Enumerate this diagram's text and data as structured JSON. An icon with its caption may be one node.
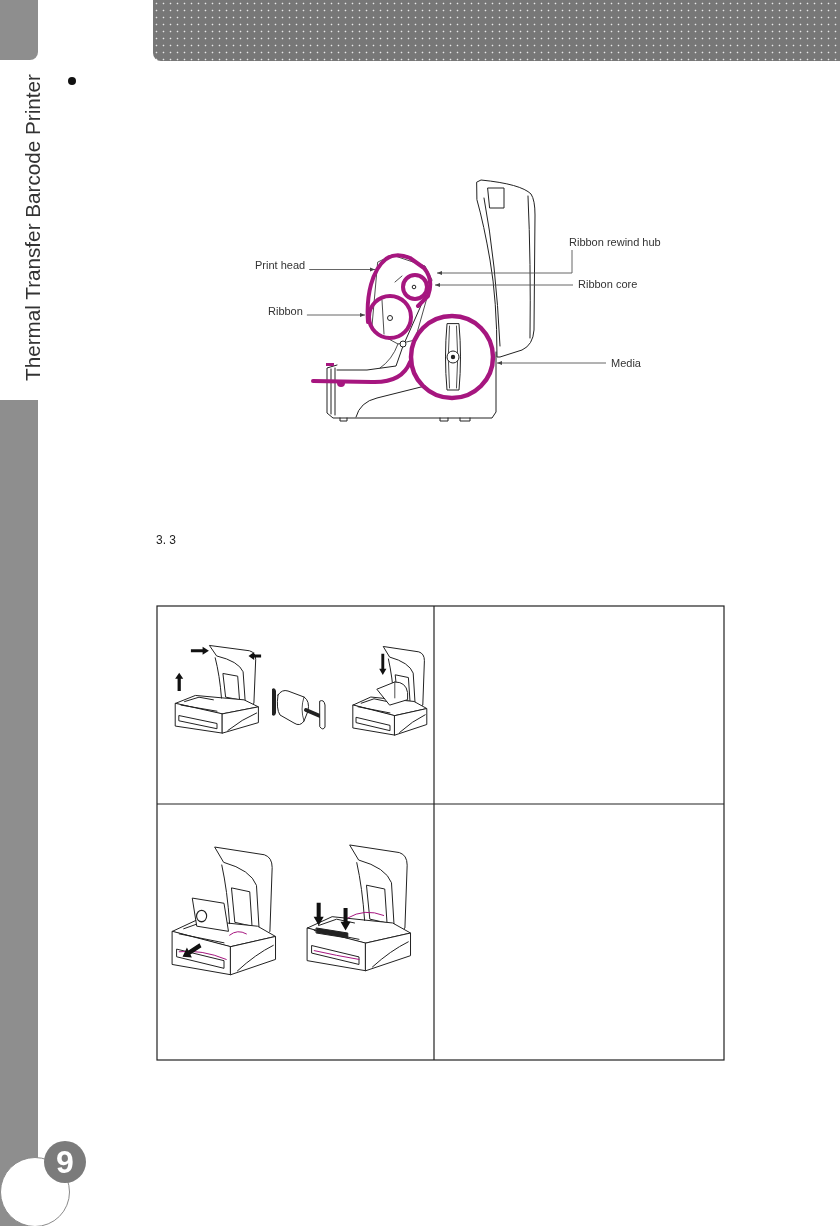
{
  "diagram": {
    "nodes": [
      {
        "text": [
          "Ribbon rewind hub"
        ]
      },
      {
        "text": [
          "Print head"
        ]
      },
      {
        "text": [
          "Ribbon core"
        ]
      },
      {
        "text": [
          "Ribbon"
        ]
      },
      {
        "text": [
          "Media"
        ]
      }
    ],
    "edges": [
      {
        "from": 0,
        "to": null,
        "arrow": "to"
      },
      {
        "from": 1,
        "to": null,
        "arrow": "to"
      },
      {
        "from": 2,
        "to": null,
        "arrow": "to"
      },
      {
        "from": 3,
        "to": null,
        "arrow": "to"
      },
      {
        "from": 4,
        "to": null,
        "arrow": "to"
      }
    ],
    "labels": [
      "Thermal Transfer Barcode Printer",
      "3. 3",
      "9"
    ]
  }
}
